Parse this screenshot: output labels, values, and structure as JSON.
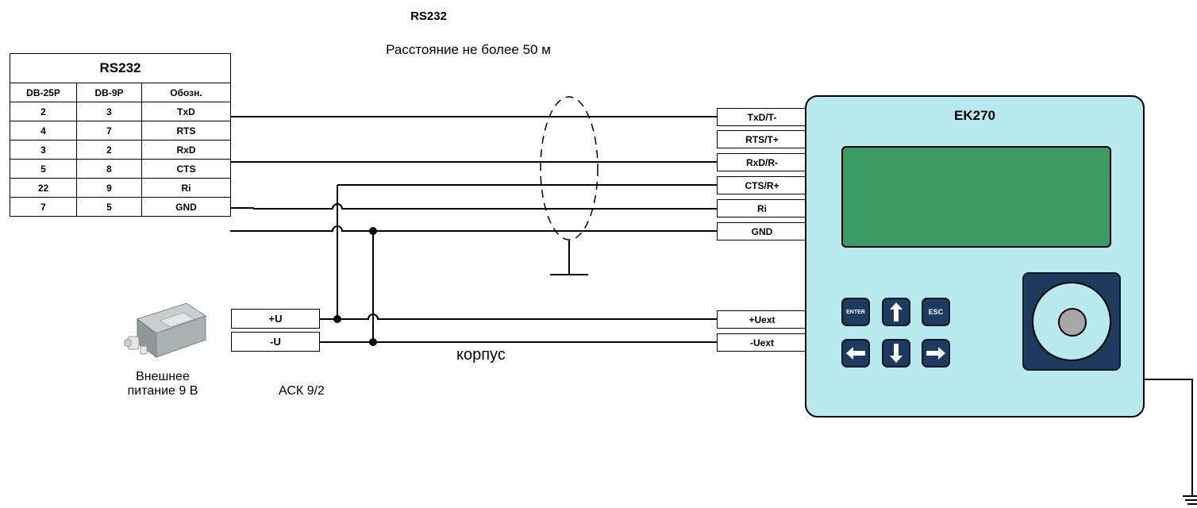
{
  "header": {
    "title": "RS232",
    "subtitle": "Расстояние не более 50 м"
  },
  "connector_table": {
    "caption": "RS232",
    "columns": [
      "DB-25P",
      "DB-9P",
      "Обозн."
    ],
    "rows": [
      [
        "2",
        "3",
        "TxD"
      ],
      [
        "4",
        "7",
        "RTS"
      ],
      [
        "3",
        "2",
        "RxD"
      ],
      [
        "5",
        "8",
        "CTS"
      ],
      [
        "22",
        "9",
        "Ri"
      ],
      [
        "7",
        "5",
        "GND"
      ]
    ]
  },
  "device": {
    "name": "EK270",
    "pins": [
      "TxD/T-",
      "RTS/T+",
      "RxD/R-",
      "CTS/R+",
      "Ri",
      "GND",
      "+Uext",
      "-Uext"
    ],
    "keys": {
      "enter": "ENTER",
      "esc": "ESC",
      "up": "arrow-up-icon",
      "down": "arrow-down-icon",
      "left": "arrow-left-icon",
      "right": "arrow-right-icon"
    },
    "colors": {
      "body": "#b7e9ed",
      "display": "#3a9b63",
      "keys": "#1e3a5f"
    }
  },
  "adapter": {
    "name": "АСК 9/2",
    "pins": [
      "+U",
      "-U"
    ]
  },
  "power_supply": {
    "label_line1": "Внешнее",
    "label_line2": "питание 9 В"
  },
  "labels": {
    "housing": "корпус"
  }
}
